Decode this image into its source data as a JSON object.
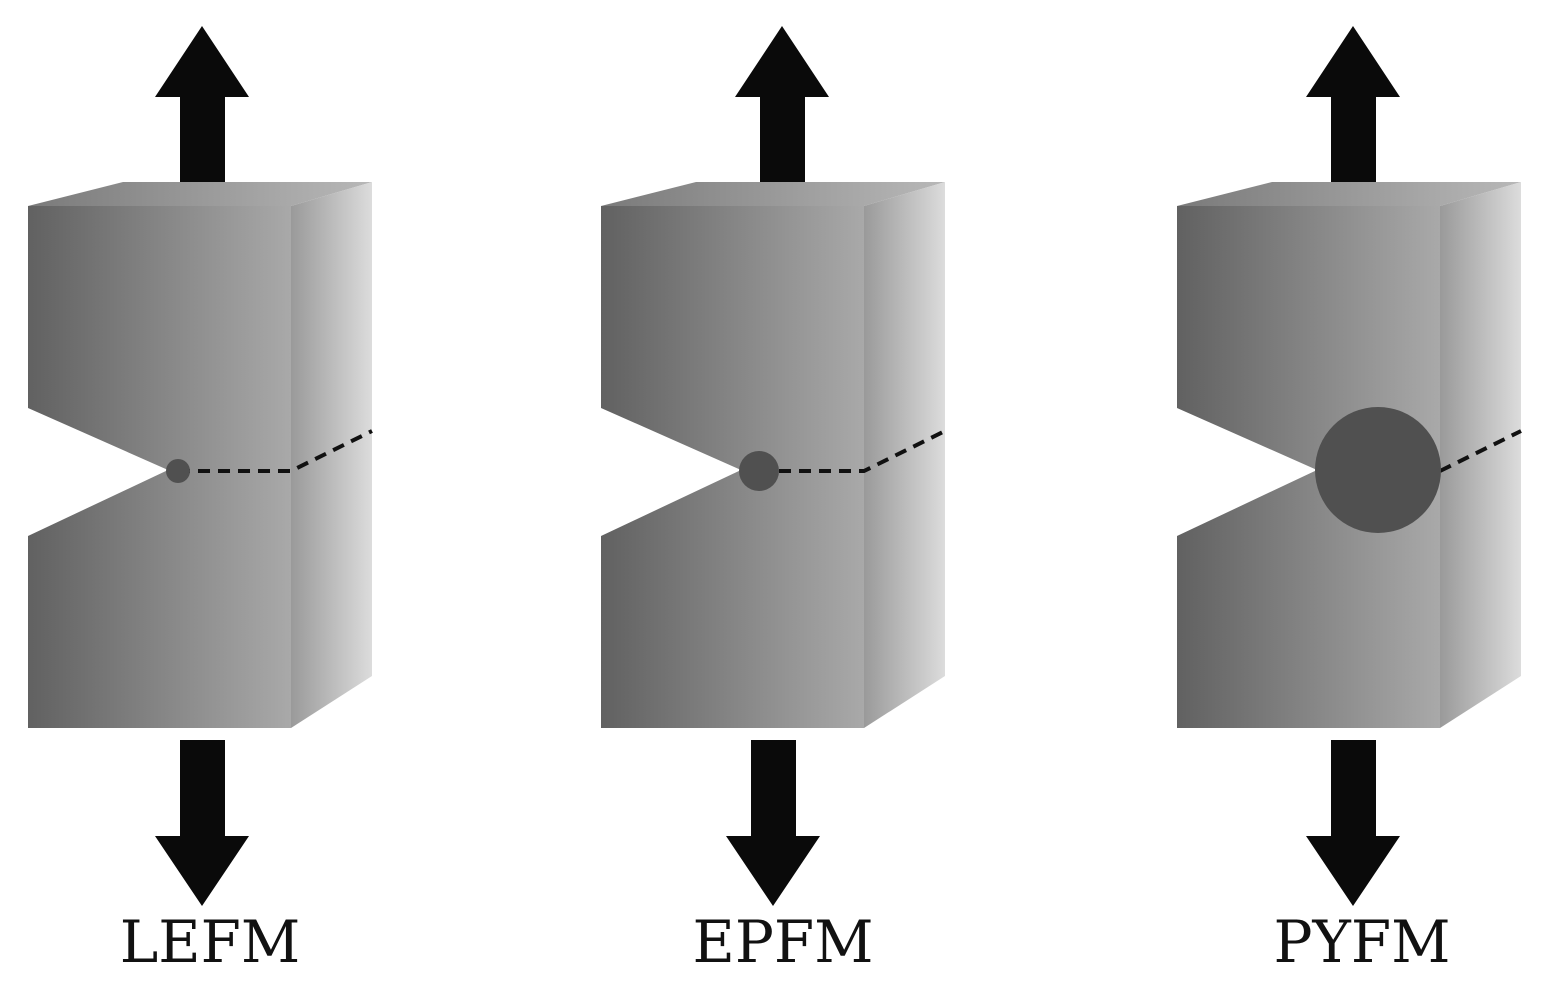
{
  "colors": {
    "arrow": "#0a0a0a",
    "label": "#111111",
    "plastic_zone": "#505050",
    "crack": "#111111"
  },
  "specimens": [
    {
      "id": "lefm",
      "label": "LEFM",
      "plastic_zone_size": "small"
    },
    {
      "id": "epfm",
      "label": "EPFM",
      "plastic_zone_size": "medium"
    },
    {
      "id": "pyfm",
      "label": "PYFM",
      "plastic_zone_size": "large"
    }
  ]
}
